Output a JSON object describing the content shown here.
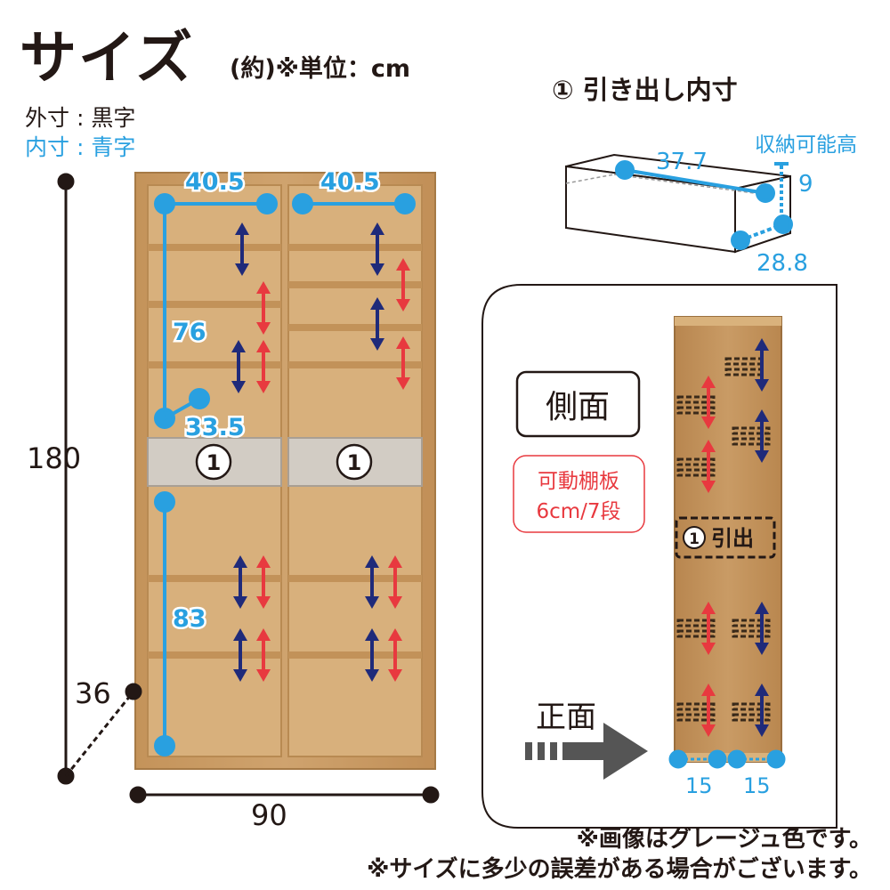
{
  "header": {
    "title": "サイズ",
    "unit_note": "(約)※単位：cm"
  },
  "legend": {
    "outer": "外寸 : 黒字",
    "inner": "内寸 : 青字"
  },
  "colors": {
    "dimension_blue": "#29a0e0",
    "arrow_navy": "#1f2a7a",
    "arrow_red": "#e8393f",
    "wood": "#c79a63",
    "drawer_front": "#d2ccc4"
  },
  "front_view": {
    "height": "180",
    "width": "90",
    "depth": "36",
    "inner_width_left": "40.5",
    "inner_width_right": "40.5",
    "upper_inner_height": "76",
    "lower_inner_height": "83",
    "drawer_gap_depth": "33.5",
    "drawer_marker_left": "1",
    "drawer_marker_right": "1"
  },
  "drawer_detail": {
    "heading": "① 引き出し内寸",
    "width": "37.7",
    "depth": "28.8",
    "storable_height_label": "収納可能高",
    "storable_height": "9"
  },
  "side_view": {
    "label": "側面",
    "adjustable_title": "可動棚板",
    "adjustable_detail": "6cm/7段",
    "drawer_marker": "1",
    "drawer_label": "引出",
    "front_label": "正面",
    "inset_left": "15",
    "inset_right": "15"
  },
  "footnotes": {
    "color_note": "※画像はグレージュ色です。",
    "tolerance_note": "※サイズに多少の誤差がある場合がございます。"
  }
}
